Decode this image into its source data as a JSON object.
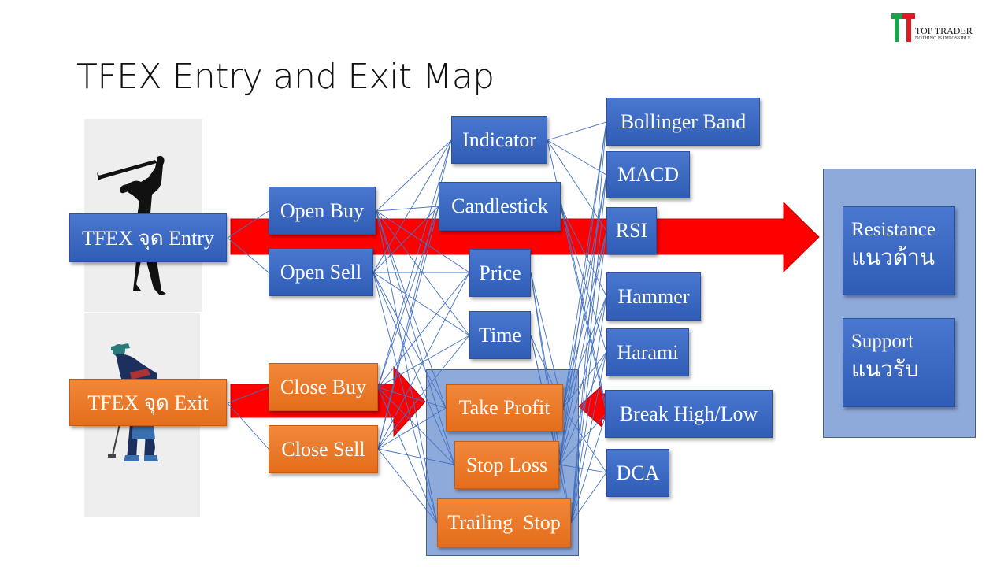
{
  "title": "TFEX Entry and Exit Map",
  "logo": {
    "name": "TOP TRADER",
    "tagline": "NOTHING IS IMPOSSIBLE"
  },
  "entry": "TFEX จุด Entry",
  "exit": "TFEX จุด Exit",
  "open_buy": "Open Buy",
  "open_sell": "Open Sell",
  "close_buy": "Close Buy",
  "close_sell": "Close Sell",
  "indicator": "Indicator",
  "candlestick": "Candlestick",
  "price": "Price",
  "time": "Time",
  "take_profit": "Take Profit",
  "stop_loss": "Stop Loss",
  "trailing_stop": "Trailing  Stop",
  "bollinger": "Bollinger Band",
  "macd": "MACD",
  "rsi": "RSI",
  "hammer": "Hammer",
  "harami": "Harami",
  "break_hl": "Break High/Low",
  "dca": "DCA",
  "resistance": {
    "en": "Resistance",
    "th": "แนวต้าน"
  },
  "support": {
    "en": "Support",
    "th": "แนวรับ"
  },
  "colors": {
    "blue": "#4472c4",
    "orange": "#ed7d31",
    "arrow": "#ff0000",
    "panel": "#8eaadb"
  },
  "icons": [
    "golfer-silhouette-icon",
    "golfer-putting-icon",
    "top-trader-logo-icon"
  ]
}
